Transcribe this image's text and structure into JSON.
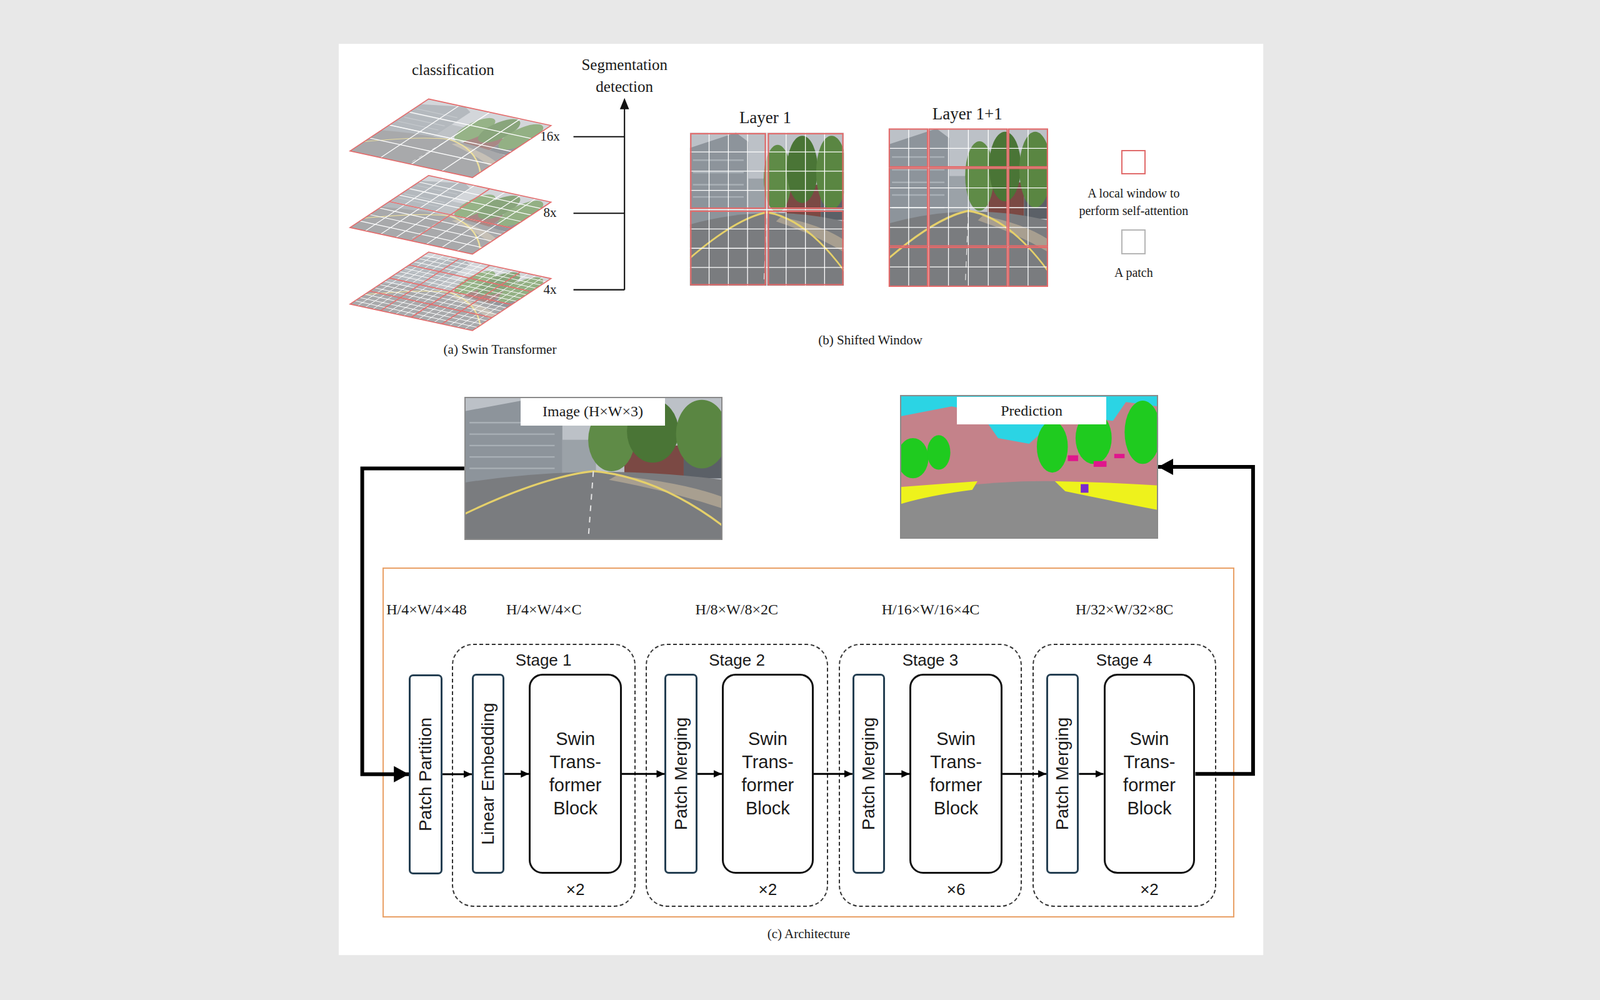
{
  "diagram": {
    "nodes": [
      {
        "text": [
          "Image (H×W×3)"
        ]
      },
      {
        "text": [
          "Prediction"
        ]
      },
      {
        "text": [
          "(c) Architecture"
        ]
      },
      {
        "text": [
          "Patch Partition"
        ],
        "in": 2
      },
      {
        "text": [
          "Stage 1",
          "×2"
        ],
        "in": 2
      },
      {
        "text": [
          "Linear Embedding"
        ],
        "in": 4
      },
      {
        "text": [
          "Swin Trans- former Block"
        ],
        "in": 4
      },
      {
        "text": [
          "Stage 2",
          "×2"
        ],
        "in": 2
      },
      {
        "text": [
          "Patch Merging"
        ],
        "in": 7
      },
      {
        "text": [
          "Swin Trans- former Block"
        ],
        "in": 7
      },
      {
        "text": [
          "Stage 3",
          "×6"
        ],
        "in": 2
      },
      {
        "text": [
          "Patch Merging"
        ],
        "in": 10
      },
      {
        "text": [
          "Swin Trans- former Block"
        ],
        "in": 10
      },
      {
        "text": [
          "Stage 4",
          "×2"
        ],
        "in": 2
      },
      {
        "text": [
          "Patch Merging"
        ],
        "in": 13
      },
      {
        "text": [
          "Swin Trans- former Block"
        ],
        "in": 13
      }
    ],
    "edges": [
      {
        "from": 0,
        "to": 3,
        "arrow": "to"
      },
      {
        "from": 3,
        "to": 5,
        "arrow": "to"
      },
      {
        "from": 5,
        "to": 6,
        "arrow": "to"
      },
      {
        "from": 6,
        "to": 8,
        "arrow": "to"
      },
      {
        "from": 8,
        "to": 9,
        "arrow": "to"
      },
      {
        "from": 9,
        "to": 11,
        "arrow": "to"
      },
      {
        "from": 11,
        "to": 12,
        "arrow": "to"
      },
      {
        "from": 12,
        "to": 14,
        "arrow": "to"
      },
      {
        "from": 14,
        "to": 15,
        "arrow": "to"
      },
      {
        "from": 15,
        "to": 1,
        "arrow": "to"
      }
    ],
    "labels": [
      "classification",
      "Segmentation detection",
      "16x",
      "8x",
      "4x",
      "(a) Swin Transformer",
      "Layer 1",
      "Layer 1+1",
      "(b) Shifted Window",
      "H/4×W/4×48",
      "H/4×W/4×C",
      "H/8×W/8×2C",
      "H/16×W/16×4C",
      "H/32×W/32×8C"
    ],
    "legend": [
      {
        "text": "A local window to perform self-attention"
      },
      {
        "text": "A patch"
      }
    ]
  }
}
